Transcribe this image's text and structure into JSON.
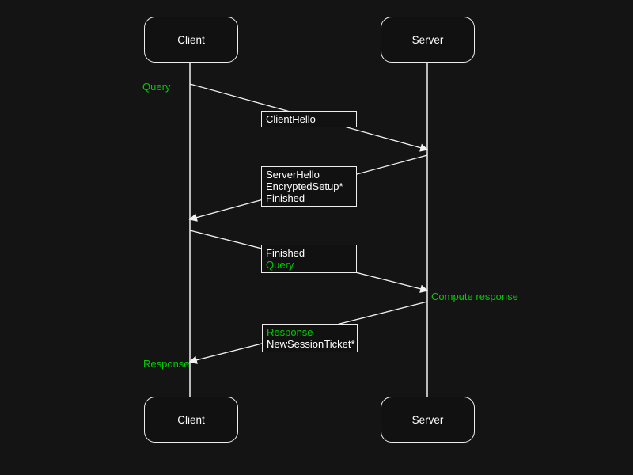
{
  "colors": {
    "background": "#141414",
    "line": "#f2f2f2",
    "text": "#ffffff",
    "green": "#00cc00"
  },
  "actors": {
    "top": [
      {
        "label": "Client"
      },
      {
        "label": "Server"
      }
    ],
    "bottom": [
      {
        "label": "Client"
      },
      {
        "label": "Server"
      }
    ]
  },
  "messages": [
    {
      "direction": "client-to-server",
      "lines": [
        {
          "text": "ClientHello",
          "color": "#ffffff"
        }
      ]
    },
    {
      "direction": "server-to-client",
      "lines": [
        {
          "text": "ServerHello",
          "color": "#ffffff"
        },
        {
          "text": "EncryptedSetup*",
          "color": "#ffffff"
        },
        {
          "text": "Finished",
          "color": "#ffffff"
        }
      ]
    },
    {
      "direction": "client-to-server",
      "lines": [
        {
          "text": "Finished",
          "color": "#ffffff"
        },
        {
          "text": "Query",
          "color": "#00cc00"
        }
      ]
    },
    {
      "direction": "server-to-client",
      "lines": [
        {
          "text": "Response",
          "color": "#00cc00"
        },
        {
          "text": "NewSessionTicket*",
          "color": "#ffffff"
        }
      ]
    }
  ],
  "annotations": [
    {
      "text": "Query",
      "color": "#00cc00",
      "side": "client"
    },
    {
      "text": "Compute response",
      "color": "#00cc00",
      "side": "server"
    },
    {
      "text": "Response",
      "color": "#00cc00",
      "side": "client"
    }
  ]
}
